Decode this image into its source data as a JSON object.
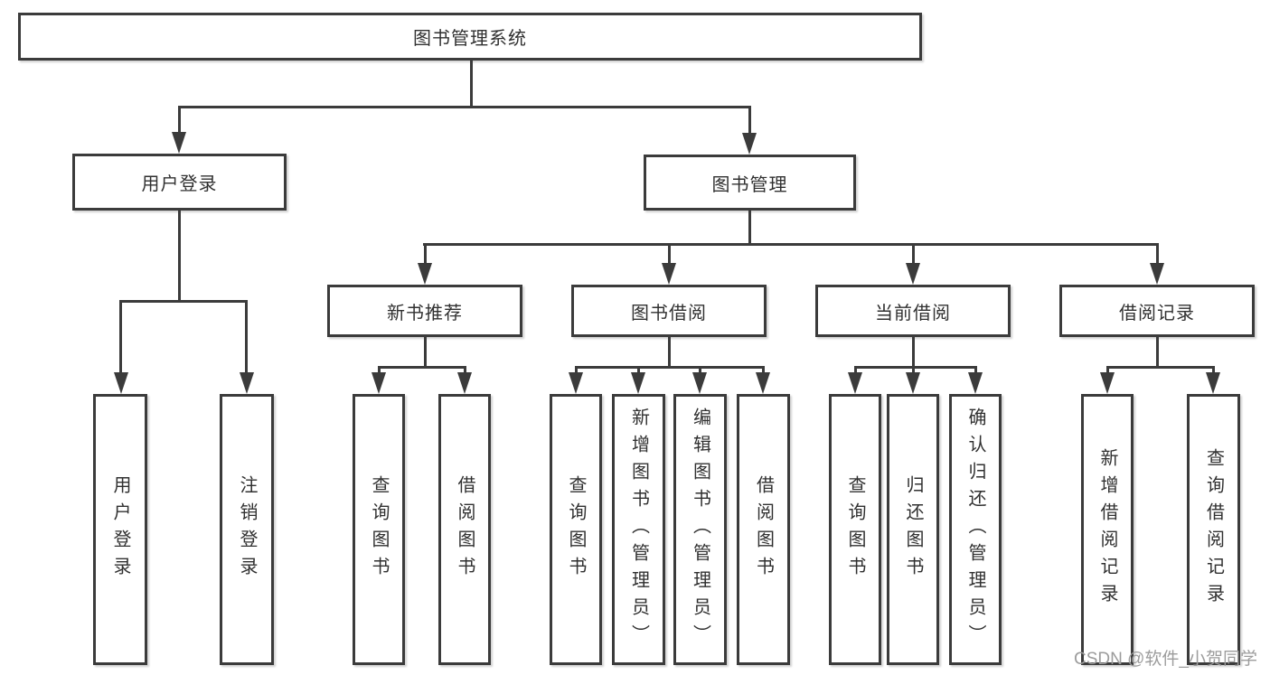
{
  "tree": {
    "label": "图书管理系统",
    "children": [
      {
        "label": "用户登录",
        "children": [
          {
            "label": "用户登录"
          },
          {
            "label": "注销登录"
          }
        ]
      },
      {
        "label": "图书管理",
        "children": [
          {
            "label": "新书推荐",
            "children": [
              {
                "label": "查询图书"
              },
              {
                "label": "借阅图书"
              }
            ]
          },
          {
            "label": "图书借阅",
            "children": [
              {
                "label": "查询图书"
              },
              {
                "label": "新增图书（管理员）"
              },
              {
                "label": "编辑图书（管理员）"
              },
              {
                "label": "借阅图书"
              }
            ]
          },
          {
            "label": "当前借阅",
            "children": [
              {
                "label": "查询图书"
              },
              {
                "label": "归还图书"
              },
              {
                "label": "确认归还（管理员）"
              }
            ]
          },
          {
            "label": "借阅记录",
            "children": [
              {
                "label": "新增借阅记录"
              },
              {
                "label": "查询借阅记录"
              }
            ]
          }
        ]
      }
    ]
  },
  "watermark": {
    "text": "CSDN @软件_小贺同学"
  },
  "colors": {
    "line": "#3b3b3b",
    "text": "#303030",
    "watermark": "#9c9c9c",
    "background": "#ffffff"
  }
}
